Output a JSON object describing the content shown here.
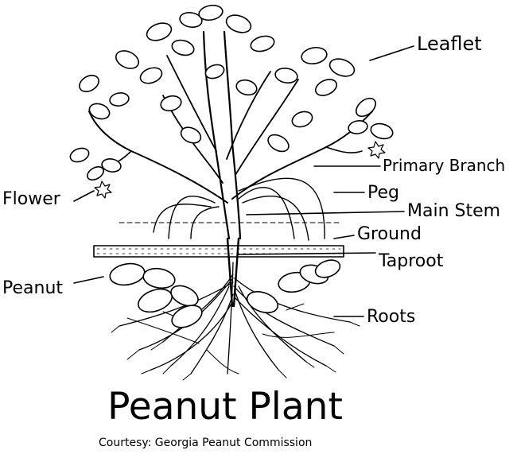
{
  "labels": {
    "leaflet": "Leaflet",
    "primary_branch": "Primary Branch",
    "peg": "Peg",
    "main_stem": "Main Stem",
    "ground": "Ground",
    "taproot": "Taproot",
    "roots": "Roots",
    "flower": "Flower",
    "peanut": "Peanut"
  },
  "title": "Peanut Plant",
  "credit": "Courtesy: Georgia Peanut Commission",
  "colors": {
    "ink": "#000000",
    "background": "#ffffff"
  }
}
